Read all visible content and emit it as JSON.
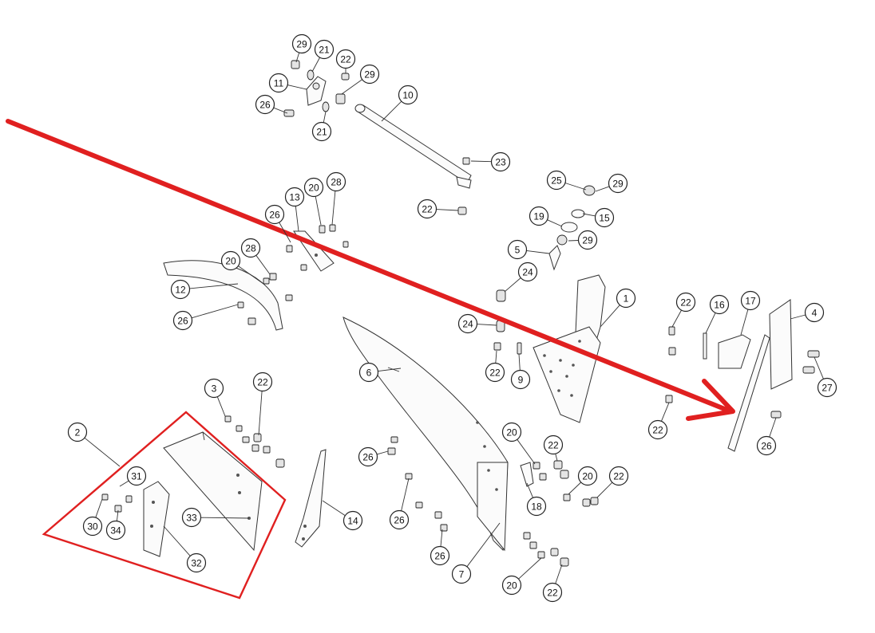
{
  "callouts": [
    {
      "label": "29"
    },
    {
      "label": "21"
    },
    {
      "label": "22"
    },
    {
      "label": "11"
    },
    {
      "label": "29"
    },
    {
      "label": "26"
    },
    {
      "label": "21"
    },
    {
      "label": "10"
    },
    {
      "label": "23"
    },
    {
      "label": "22"
    },
    {
      "label": "20"
    },
    {
      "label": "28"
    },
    {
      "label": "13"
    },
    {
      "label": "26"
    },
    {
      "label": "25"
    },
    {
      "label": "29"
    },
    {
      "label": "15"
    },
    {
      "label": "19"
    },
    {
      "label": "29"
    },
    {
      "label": "5"
    },
    {
      "label": "20"
    },
    {
      "label": "28"
    },
    {
      "label": "12"
    },
    {
      "label": "26"
    },
    {
      "label": "24"
    },
    {
      "label": "1"
    },
    {
      "label": "22"
    },
    {
      "label": "16"
    },
    {
      "label": "17"
    },
    {
      "label": "4"
    },
    {
      "label": "24"
    },
    {
      "label": "22"
    },
    {
      "label": "9"
    },
    {
      "label": "6"
    },
    {
      "label": "27"
    },
    {
      "label": "3"
    },
    {
      "label": "22"
    },
    {
      "label": "2"
    },
    {
      "label": "22"
    },
    {
      "label": "26"
    },
    {
      "label": "20"
    },
    {
      "label": "22"
    },
    {
      "label": "26"
    },
    {
      "label": "31"
    },
    {
      "label": "20"
    },
    {
      "label": "22"
    },
    {
      "label": "33"
    },
    {
      "label": "14"
    },
    {
      "label": "18"
    },
    {
      "label": "30"
    },
    {
      "label": "34"
    },
    {
      "label": "26"
    },
    {
      "label": "26"
    },
    {
      "label": "32"
    },
    {
      "label": "7"
    },
    {
      "label": "20"
    },
    {
      "label": "22"
    }
  ],
  "annotation_color": "#e02020",
  "line_color": "#333333"
}
